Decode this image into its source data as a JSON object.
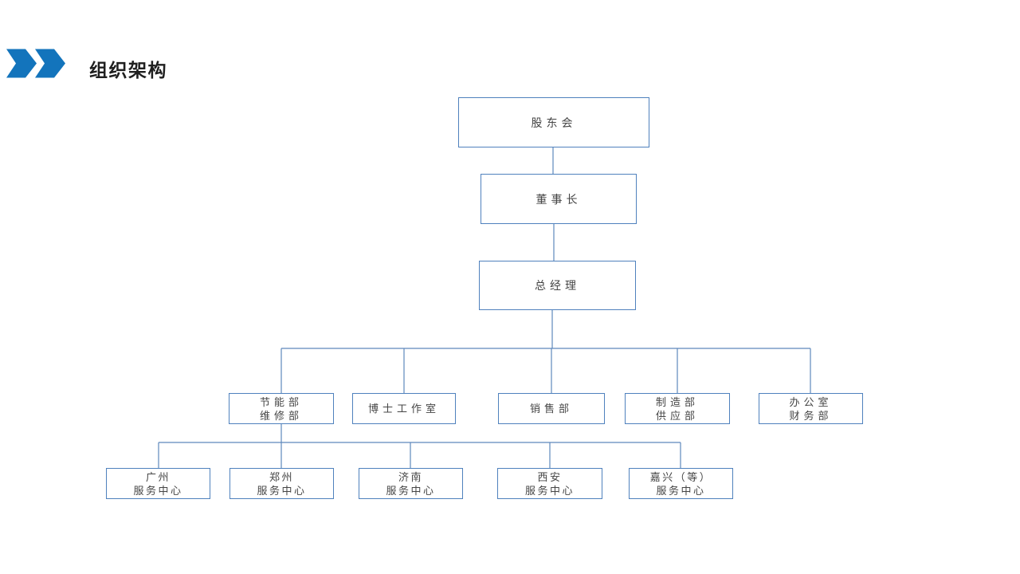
{
  "slide": {
    "title": "组织架构"
  },
  "icons": {
    "header_marker": "double-chevron-right-icon"
  },
  "colors": {
    "accent_blue": "#1374BC",
    "box_border": "#4F81BD",
    "connector_line": "#5E88BC",
    "box_text": "#454545",
    "title_text": "#1F1F1F",
    "background": "#FFFFFF"
  },
  "org_chart": {
    "type": "org-tree",
    "nodes": [
      {
        "id": "shareholders",
        "level": 1,
        "parent": null,
        "lines": [
          "股东会"
        ]
      },
      {
        "id": "chairman",
        "level": 2,
        "parent": "shareholders",
        "lines": [
          "董事长"
        ]
      },
      {
        "id": "general-manager",
        "level": 3,
        "parent": "chairman",
        "lines": [
          "总经理"
        ]
      },
      {
        "id": "energy-maintenance",
        "level": 4,
        "parent": "general-manager",
        "lines": [
          "节能部",
          "维修部"
        ]
      },
      {
        "id": "phd-studio",
        "level": 4,
        "parent": "general-manager",
        "lines": [
          "博士工作室"
        ]
      },
      {
        "id": "sales",
        "level": 4,
        "parent": "general-manager",
        "lines": [
          "销售部"
        ]
      },
      {
        "id": "manufacturing-supply",
        "level": 4,
        "parent": "general-manager",
        "lines": [
          "制造部",
          "供应部"
        ]
      },
      {
        "id": "office-finance",
        "level": 4,
        "parent": "general-manager",
        "lines": [
          "办公室",
          "财务部"
        ]
      },
      {
        "id": "guangzhou-center",
        "level": 5,
        "parent": "energy-maintenance",
        "lines": [
          "广州",
          "服务中心"
        ]
      },
      {
        "id": "zhengzhou-center",
        "level": 5,
        "parent": "energy-maintenance",
        "lines": [
          "郑州",
          "服务中心"
        ]
      },
      {
        "id": "jinan-center",
        "level": 5,
        "parent": "energy-maintenance",
        "lines": [
          "济南",
          "服务中心"
        ]
      },
      {
        "id": "xian-center",
        "level": 5,
        "parent": "energy-maintenance",
        "lines": [
          "西安",
          "服务中心"
        ]
      },
      {
        "id": "jiaxing-center",
        "level": 5,
        "parent": "energy-maintenance",
        "lines": [
          "嘉兴（等）",
          "服务中心"
        ]
      }
    ]
  }
}
